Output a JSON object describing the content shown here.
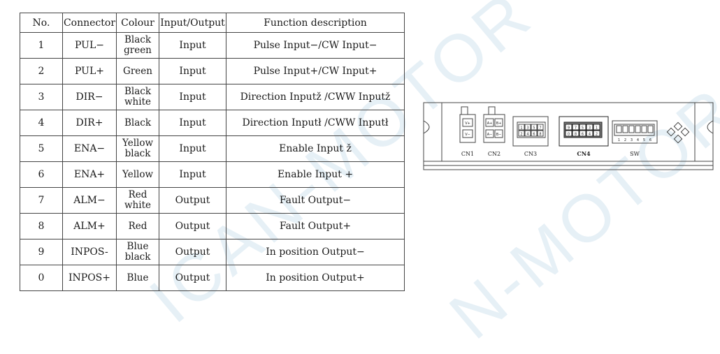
{
  "watermark": [
    "ICAN-MOTOR",
    "N-MOTOR"
  ],
  "table": {
    "headers": [
      "No.",
      "Connector",
      "Colour",
      "Input/Output",
      "Function description"
    ],
    "rows": [
      {
        "no": "1",
        "connector": "PUL−",
        "colour": [
          "Black",
          "green"
        ],
        "io": "Input",
        "function": "Pulse Input−/CW Input−"
      },
      {
        "no": "2",
        "connector": "PUL+",
        "colour": [
          "Green"
        ],
        "io": "Input",
        "function": "Pulse Input+/CW Input+"
      },
      {
        "no": "3",
        "connector": "DIR−",
        "colour": [
          "Black",
          "white"
        ],
        "io": "Input",
        "function": "Direction Inputž /CWW Inputž"
      },
      {
        "no": "4",
        "connector": "DIR+",
        "colour": [
          "Black"
        ],
        "io": "Input",
        "function": "Direction Inputł /CWW Inputł"
      },
      {
        "no": "5",
        "connector": "ENA−",
        "colour": [
          "Yellow",
          "black"
        ],
        "io": "Input",
        "function": "Enable Input ž"
      },
      {
        "no": "6",
        "connector": "ENA+",
        "colour": [
          "Yellow"
        ],
        "io": "Input",
        "function": "Enable Input +"
      },
      {
        "no": "7",
        "connector": "ALM−",
        "colour": [
          "Red",
          "white"
        ],
        "io": "Output",
        "function": "Fault Output−"
      },
      {
        "no": "8",
        "connector": "ALM+",
        "colour": [
          "Red"
        ],
        "io": "Output",
        "function": "Fault Output+"
      },
      {
        "no": "9",
        "connector": "INPOS-",
        "colour": [
          "Blue",
          "black"
        ],
        "io": "Output",
        "function": "In position Output−"
      },
      {
        "no": "0",
        "connector": "INPOS+",
        "colour": [
          "Blue"
        ],
        "io": "Output",
        "function": "In position Output+"
      }
    ]
  },
  "diagram": {
    "labels": {
      "cn1": "CN1",
      "cn2": "CN2",
      "cn3": "CN3",
      "cn4": "CN4",
      "sw": "SW"
    },
    "cn1_pins": [
      "V+",
      "V−"
    ],
    "cn2_pins": [
      "A+",
      "B+",
      "A−",
      "B−"
    ],
    "cn3_pins": [
      "1",
      "3",
      "5",
      "7",
      "2",
      "4",
      "6",
      "8"
    ],
    "cn4_pins": [
      "9",
      "7",
      "5",
      "3",
      "1",
      "0",
      "8",
      "6",
      "4",
      "2"
    ],
    "sw_numbers": [
      "1",
      "2",
      "3",
      "4",
      "5",
      "6"
    ]
  }
}
